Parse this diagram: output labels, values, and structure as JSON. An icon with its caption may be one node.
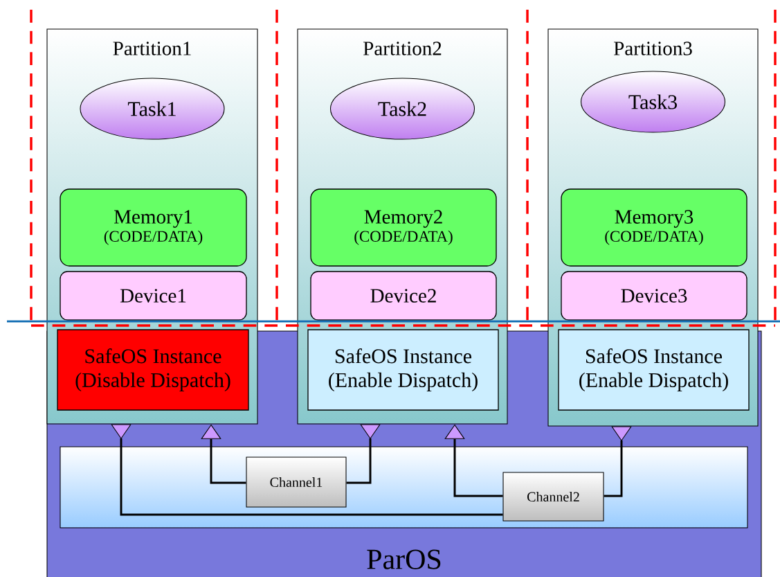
{
  "diagram": {
    "nodes": [
      {
        "text": [
          "ParOS"
        ]
      },
      {
        "text": [
          "Partition1"
        ]
      },
      {
        "text": [
          "Task1"
        ],
        "in": 1
      },
      {
        "text": [
          "Memory1",
          "(CODE/DATA)"
        ],
        "in": 1
      },
      {
        "text": [
          "Device1"
        ],
        "in": 1
      },
      {
        "text": [
          "SafeOS Instance (Disable Dispatch)"
        ]
      },
      {
        "text": [
          "Partition2"
        ]
      },
      {
        "text": [
          "Task2"
        ],
        "in": 6
      },
      {
        "text": [
          "Memory2",
          "(CODE/DATA)"
        ],
        "in": 6
      },
      {
        "text": [
          "Device2"
        ],
        "in": 6
      },
      {
        "text": [
          "SafeOS Instance (Enable Dispatch)"
        ]
      },
      {
        "text": [
          "Partition3"
        ]
      },
      {
        "text": [
          "Task3"
        ],
        "in": 11
      },
      {
        "text": [
          "Memory3",
          "(CODE/DATA)"
        ],
        "in": 11
      },
      {
        "text": [
          "Device3"
        ],
        "in": 11
      },
      {
        "text": [
          "SafeOS Instance (Enable Dispatch)"
        ]
      },
      {
        "text": [],
        "shape": "box",
        "in": 0
      },
      {
        "text": [
          "Channel1"
        ],
        "in": 16
      },
      {
        "text": [
          "Channel2"
        ],
        "in": 16
      }
    ],
    "edges": [
      {
        "from": 17,
        "to": 1,
        "arrow": "to"
      },
      {
        "from": 6,
        "to": 17,
        "arrow": "to"
      },
      {
        "from": 18,
        "to": 6,
        "arrow": "to"
      },
      {
        "from": 11,
        "to": 18,
        "arrow": "to"
      },
      {
        "from": 1,
        "to": 18,
        "arrow": "to"
      }
    ]
  }
}
